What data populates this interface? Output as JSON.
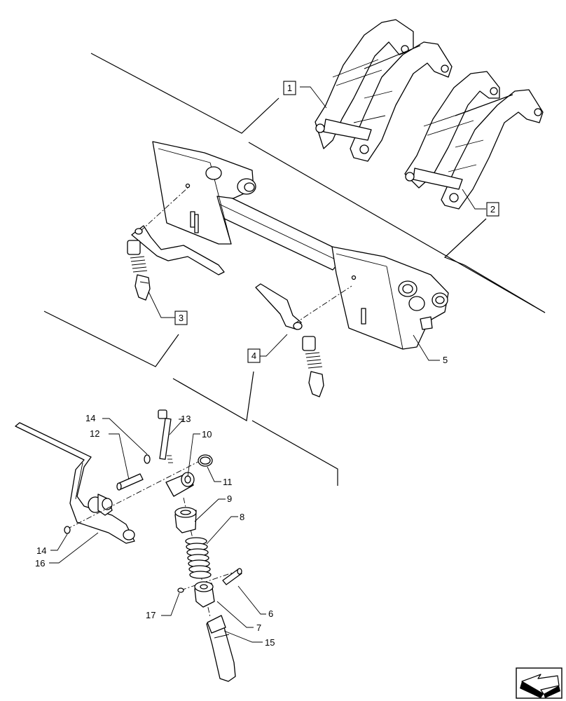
{
  "callouts": {
    "c1": "1",
    "c2": "2",
    "c3": "3",
    "c4": "4",
    "c5": "5",
    "c6": "6",
    "c7": "7",
    "c8": "8",
    "c9": "9",
    "c10": "10",
    "c11": "11",
    "c12": "12",
    "c13": "13",
    "c14a": "14",
    "c14b": "14",
    "c15": "15",
    "c16": "16",
    "c17": "17"
  },
  "icons": {
    "nav": "view-direction-arrow-icon"
  }
}
